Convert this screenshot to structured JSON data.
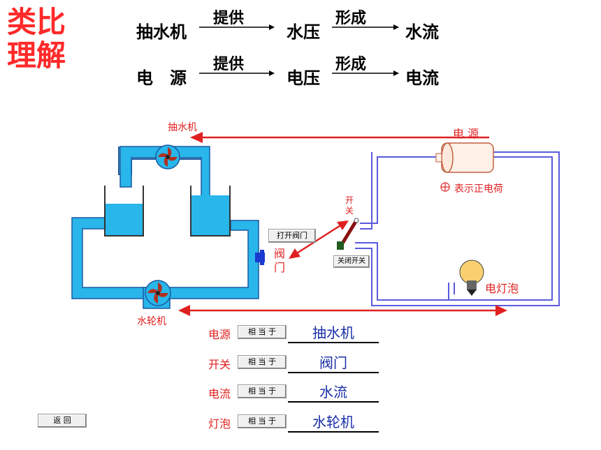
{
  "heading": {
    "line1": "类比",
    "line2": "理解"
  },
  "flow_rows": [
    {
      "left": "抽水机",
      "arrow1": "提供",
      "mid": "水压",
      "arrow2": "形成",
      "right": "水流"
    },
    {
      "left": "电　源",
      "arrow1": "提供",
      "mid": "电压",
      "arrow2": "形成",
      "right": "电流"
    }
  ],
  "diagram": {
    "pump_label": "抽水机",
    "source_label": "电  源",
    "turbine_label": "水轮机",
    "valve_label_1": "阀",
    "valve_label_2": "门",
    "switch_label_1": "开",
    "switch_label_2": "关",
    "charge_legend": "表示正电荷",
    "bulb_label": "电灯泡",
    "open_valve_button": "打开阀门",
    "close_switch_button": "关闭开关"
  },
  "comparisons": [
    {
      "term": "电源",
      "button": "相 当 于",
      "answer": "抽水机"
    },
    {
      "term": "开关",
      "button": "相 当 于",
      "answer": "阀门"
    },
    {
      "term": "电流",
      "button": "相 当 于",
      "answer": "水流"
    },
    {
      "term": "灯泡",
      "button": "相 当 于",
      "answer": "水轮机"
    }
  ],
  "back_button": "返    回",
  "colors": {
    "red": "#ff2a2a",
    "water": "#29b6ea",
    "wire": "#5a5adc",
    "answer_blue": "#1a2fa8"
  }
}
